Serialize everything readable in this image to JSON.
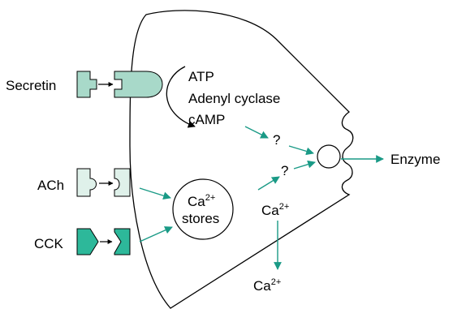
{
  "colors": {
    "secretin_fill": "#a8d9c9",
    "ach_fill": "#dff1ea",
    "cck_fill": "#2db89a",
    "arrow_teal": "#1a9a86",
    "outline": "#000000"
  },
  "labels": {
    "secretin": "Secretin",
    "ach": "ACh",
    "cck": "CCK",
    "atp": "ATP",
    "adenyl_cyclase": "Adenyl cyclase",
    "camp": "cAMP",
    "question1": "?",
    "question2": "?",
    "ca_stores_base": "Ca",
    "ca_stores_sup": "2+",
    "stores": "stores",
    "ca_mid_base": "Ca",
    "ca_mid_sup": "2+",
    "ca_bottom_base": "Ca",
    "ca_bottom_sup": "2+",
    "enzyme": "Enzyme"
  },
  "icons": {
    "receptor_connector": "small-arrow-icon",
    "cell_shape": "cell-outline",
    "vesicle": "circle"
  }
}
